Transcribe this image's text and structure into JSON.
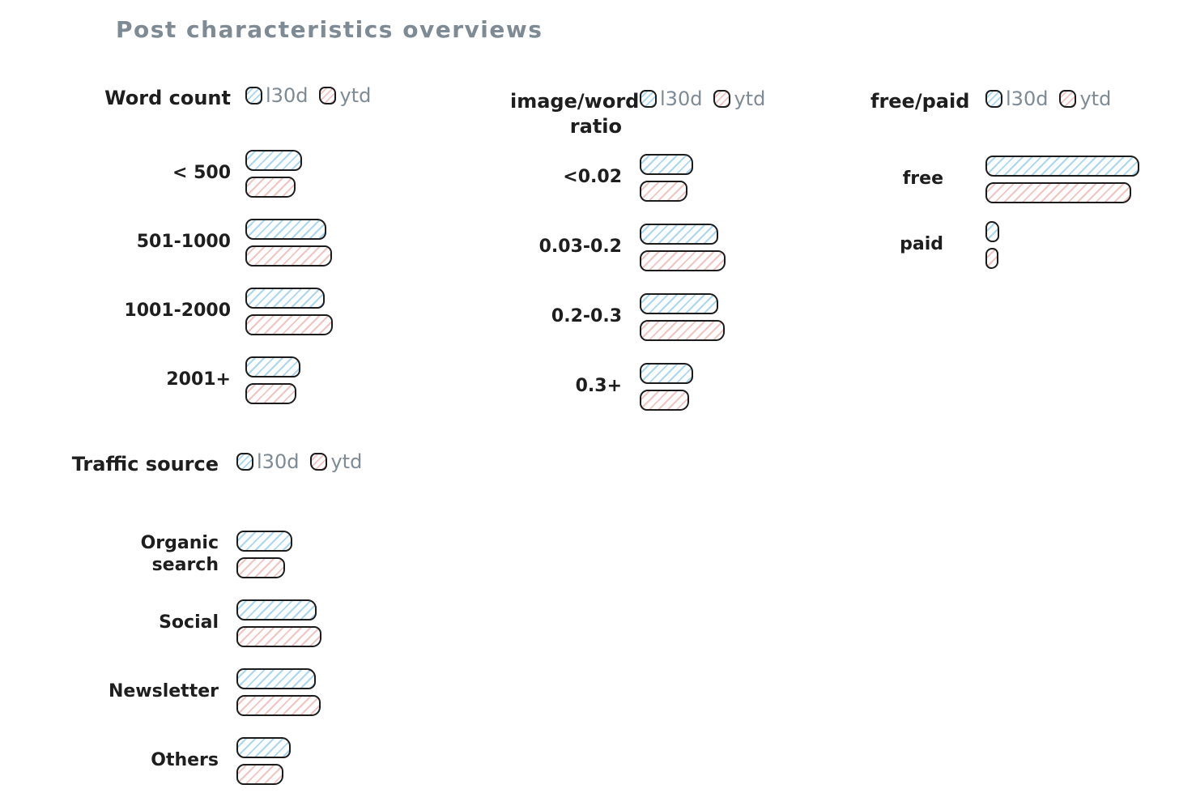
{
  "page": {
    "title": "Post characteristics overviews",
    "background": "#ffffff"
  },
  "colors": {
    "l30d_hatch": "#a9d6f1",
    "ytd_hatch": "#f2c4c1",
    "outline": "#1c1c1c",
    "muted_text": "#7e8a94",
    "label_text": "#1e1e1e"
  },
  "chart_data": [
    {
      "type": "bar",
      "orientation": "horizontal",
      "title": "Word count",
      "legend": [
        "l30d",
        "ytd"
      ],
      "legend_position": "top-right-of-title",
      "grid": false,
      "axes_shown": false,
      "units": "approx-px-length",
      "categories": [
        "< 500",
        "501-1000",
        "1001-2000",
        "2001+"
      ],
      "series": [
        {
          "name": "l30d",
          "values": [
            70,
            100,
            98,
            68
          ]
        },
        {
          "name": "ytd",
          "values": [
            62,
            107,
            108,
            63
          ]
        }
      ]
    },
    {
      "type": "bar",
      "orientation": "horizontal",
      "title": "image/word ratio",
      "legend": [
        "l30d",
        "ytd"
      ],
      "legend_position": "top-right-of-title",
      "grid": false,
      "axes_shown": false,
      "units": "approx-px-length",
      "categories": [
        "<0.02",
        "0.03-0.2",
        "0.2-0.3",
        "0.3+"
      ],
      "series": [
        {
          "name": "l30d",
          "values": [
            66,
            97,
            97,
            66
          ]
        },
        {
          "name": "ytd",
          "values": [
            59,
            106,
            105,
            61
          ]
        }
      ]
    },
    {
      "type": "bar",
      "orientation": "horizontal",
      "title": "free/paid",
      "legend": [
        "l30d",
        "ytd"
      ],
      "legend_position": "top-right-of-title",
      "grid": false,
      "axes_shown": false,
      "units": "approx-px-length",
      "categories": [
        "free",
        "paid"
      ],
      "series": [
        {
          "name": "l30d",
          "values": [
            190,
            17
          ]
        },
        {
          "name": "ytd",
          "values": [
            180,
            16
          ]
        }
      ]
    },
    {
      "type": "bar",
      "orientation": "horizontal",
      "title": "Traffic source",
      "legend": [
        "l30d",
        "ytd"
      ],
      "legend_position": "top-right-of-title",
      "grid": false,
      "axes_shown": false,
      "units": "approx-px-length",
      "categories": [
        "Organic search",
        "Social",
        "Newsletter",
        "Others"
      ],
      "series": [
        {
          "name": "l30d",
          "values": [
            69,
            99,
            98,
            67
          ]
        },
        {
          "name": "ytd",
          "values": [
            60,
            105,
            104,
            58
          ]
        }
      ]
    }
  ]
}
